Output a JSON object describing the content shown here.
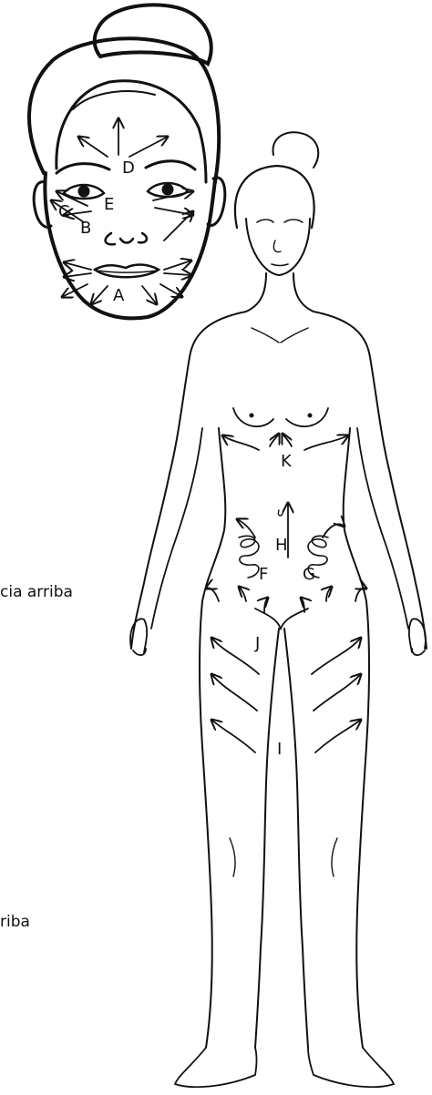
{
  "face_labels": [
    "A",
    "B",
    "C",
    "D",
    "E"
  ],
  "body_labels": [
    "F",
    "G",
    "H",
    "I",
    "J",
    "K"
  ],
  "side_text": [
    "cia arriba",
    "riba"
  ],
  "line_color": "#111111",
  "background": "#ffffff"
}
